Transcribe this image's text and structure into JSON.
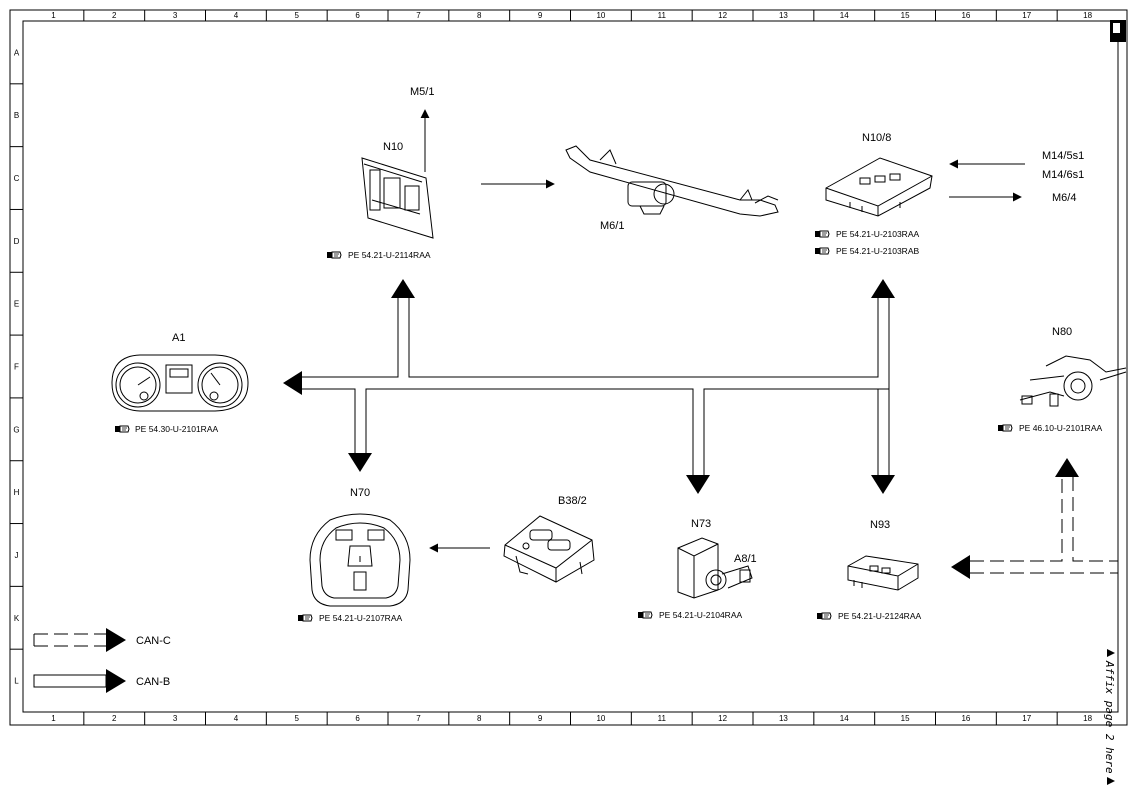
{
  "grid": {
    "columns": [
      "1",
      "2",
      "3",
      "4",
      "5",
      "6",
      "7",
      "8",
      "9",
      "10",
      "11",
      "12",
      "13",
      "14",
      "15",
      "16",
      "17",
      "18"
    ],
    "rows": [
      "A",
      "B",
      "C",
      "D",
      "E",
      "F",
      "G",
      "H",
      "J",
      "K",
      "L"
    ]
  },
  "components": {
    "a1": {
      "label": "A1",
      "ref": "PE 54.30-U-2101RAA"
    },
    "n10": {
      "label": "N10",
      "ref": "PE 54.21-U-2114RAA"
    },
    "m5_1": {
      "label": "M5/1"
    },
    "m6_1": {
      "label": "M6/1"
    },
    "n10_8": {
      "label": "N10/8",
      "ref": "PE 54.21-U-2103RAA",
      "ref2": "PE 54.21-U-2103RAB"
    },
    "m14_5s1": {
      "label": "M14/5s1"
    },
    "m14_6s1": {
      "label": "M14/6s1"
    },
    "m6_4": {
      "label": "M6/4"
    },
    "n80": {
      "label": "N80",
      "ref": "PE 46.10-U-2101RAA"
    },
    "n70": {
      "label": "N70",
      "ref": "PE 54.21-U-2107RAA"
    },
    "b38_2": {
      "label": "B38/2"
    },
    "n73": {
      "label": "N73",
      "ref": "PE 54.21-U-2104RAA"
    },
    "a8_1": {
      "label": "A8/1"
    },
    "n93": {
      "label": "N93",
      "ref": "PE 54.21-U-2124RAA"
    }
  },
  "legend": {
    "can_c": "CAN-C",
    "can_b": "CAN-B"
  },
  "side_note": "Affix page 2 here"
}
